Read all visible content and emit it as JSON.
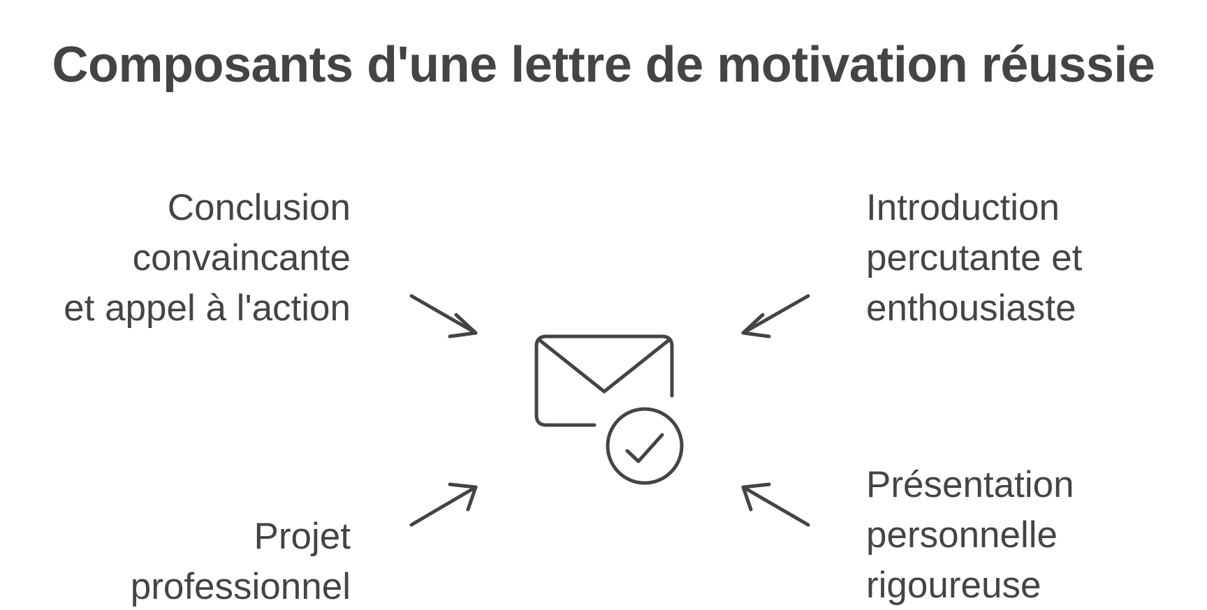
{
  "title": "Composants d'une lettre de motivation réussie",
  "components": {
    "top_left": {
      "lines": [
        "Conclusion",
        "convaincante",
        "et appel à l'action"
      ]
    },
    "top_right": {
      "lines": [
        "Introduction",
        "percutante et",
        "enthousiaste"
      ]
    },
    "bottom_left": {
      "lines": [
        "Projet",
        "professionnel"
      ]
    },
    "bottom_right": {
      "lines": [
        "Présentation",
        "personnelle",
        "rigoureuse"
      ]
    }
  },
  "center_icon": "envelope-check-icon",
  "colors": {
    "text": "#444444",
    "stroke": "#444444",
    "background": "#ffffff"
  }
}
